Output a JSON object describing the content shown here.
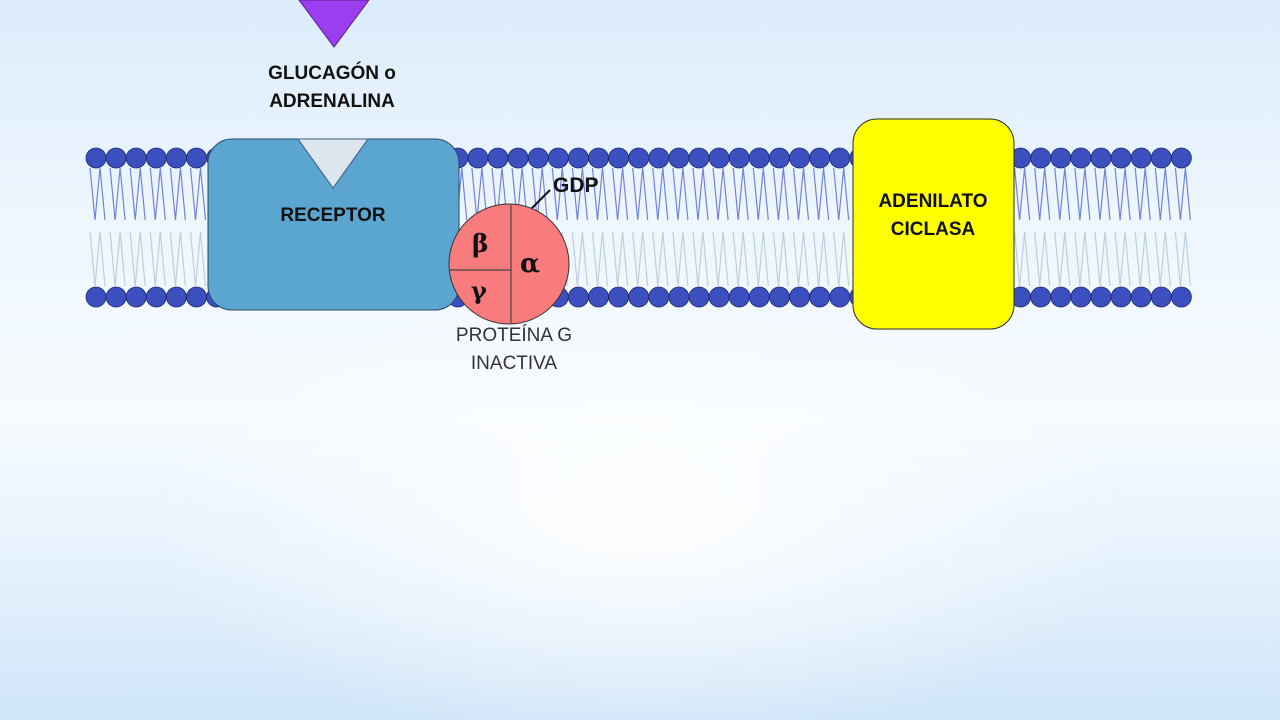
{
  "ligand": {
    "label_line1": "GLUCAGÓN  o",
    "label_line2": "ADRENALINA"
  },
  "receptor": {
    "label": "RECEPTOR"
  },
  "g_protein": {
    "subunit_beta": "β",
    "subunit_alpha": "α",
    "subunit_gamma": "γ",
    "gdp_label": "GDP",
    "label_line1": "PROTEÍNA G",
    "label_line2": "INACTIVA"
  },
  "adenylate_cyclase": {
    "label_line1": "ADENILATO",
    "label_line2": "CICLASA"
  },
  "colors": {
    "lipid_head": "#3c4fbf",
    "receptor": "#5aa6d0",
    "g_protein": "#f87b7d",
    "cyclase": "#ffff00",
    "ligand": "#9a3ef0"
  }
}
